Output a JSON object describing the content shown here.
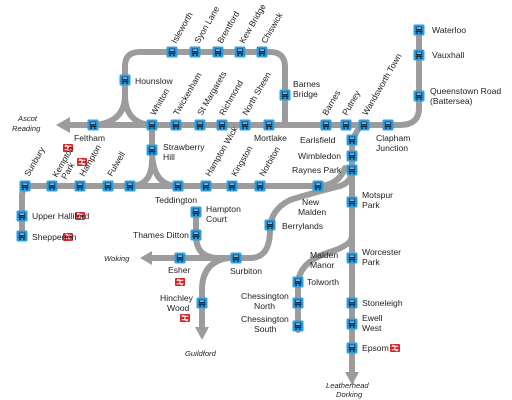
{
  "map": {
    "stations": {
      "waterloo": "Waterloo",
      "vauxhall": "Vauxhall",
      "queenstown_1": "Queenstown Road",
      "queenstown_2": "(Battersea)",
      "clapham_1": "Clapham",
      "clapham_2": "Junction",
      "wandsworth_town": "Wandsworth Town",
      "putney": "Putney",
      "barnes": "Barnes",
      "barnes_bridge_1": "Barnes",
      "barnes_bridge_2": "Bridge",
      "chiswick": "Chiswick",
      "kew_bridge": "Kew Bridge",
      "brentford": "Brentford",
      "syon_lane": "Syon Lane",
      "isleworth": "Isleworth",
      "hounslow": "Hounslow",
      "mortlake": "Mortlake",
      "north_sheen": "North Sheen",
      "richmond": "Richmond",
      "st_margarets": "St Margarets",
      "twickenham": "Twickenham",
      "whitton": "Whitton",
      "feltham": "Feltham",
      "strawberry_hill_1": "Strawberry",
      "strawberry_hill_2": "Hill",
      "teddington": "Teddington",
      "hampton_wick": "Hampton Wick",
      "kingston": "Kingston",
      "norbiton": "Norbiton",
      "fulwell": "Fulwell",
      "hampton": "Hampton",
      "kempton_park_1": "Kempton",
      "kempton_park_2": "Park",
      "sunbury": "Sunbury",
      "upper_halliford": "Upper Halliford",
      "shepperton": "Shepperton",
      "earlsfield": "Earlsfield",
      "wimbledon": "Wimbledon",
      "raynes_park": "Raynes Park",
      "new_malden_1": "New",
      "new_malden_2": "Malden",
      "berrylands": "Berrylands",
      "surbiton": "Surbiton",
      "hampton_court_1": "Hampton",
      "hampton_court_2": "Court",
      "thames_ditton": "Thames Ditton",
      "esher": "Esher",
      "hinchley_wood_1": "Hinchley",
      "hinchley_wood_2": "Wood",
      "motspur_park_1": "Motspur",
      "motspur_park_2": "Park",
      "malden_manor_1": "Malden",
      "malden_manor_2": "Manor",
      "tolworth": "Tolworth",
      "chessington_north_1": "Chessington",
      "chessington_north_2": "North",
      "chessington_south_1": "Chessington",
      "chessington_south_2": "South",
      "worcester_park_1": "Worcester",
      "worcester_park_2": "Park",
      "stoneleigh": "Stoneleigh",
      "ewell_west_1": "Ewell",
      "ewell_west_2": "West",
      "epsom": "Epsom"
    },
    "destinations": {
      "ascot": "Ascot",
      "reading": "Reading",
      "woking": "Woking",
      "guildford": "Guildford",
      "leatherhead": "Leatherhead",
      "dorking": "Dorking"
    },
    "colors": {
      "line": "#9c9c9c",
      "station": "#2f9ee0",
      "interchange": "#d8232a",
      "text": "#222222"
    },
    "icons": {
      "station": "train-icon",
      "interchange": "rail-interchange-icon",
      "continuation": "arrow-icon"
    }
  }
}
